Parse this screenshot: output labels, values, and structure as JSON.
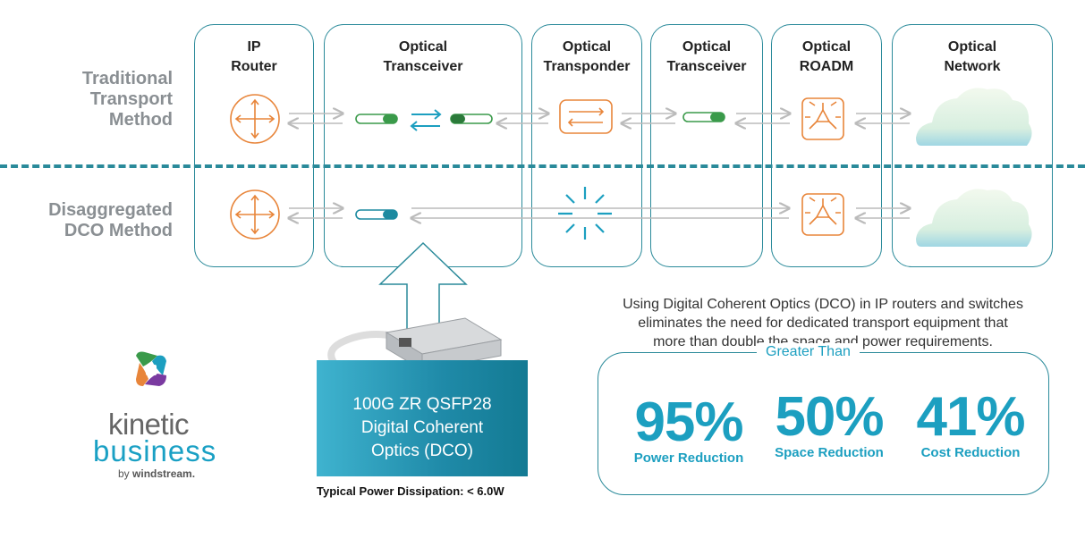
{
  "columns": [
    {
      "title_line1": "IP",
      "title_line2": "Router"
    },
    {
      "title_line1": "Optical",
      "title_line2": "Transceiver"
    },
    {
      "title_line1": "Optical",
      "title_line2": "Transponder"
    },
    {
      "title_line1": "Optical",
      "title_line2": "Transceiver"
    },
    {
      "title_line1": "Optical",
      "title_line2": "ROADM"
    },
    {
      "title_line1": "Optical",
      "title_line2": "Network"
    }
  ],
  "rows": {
    "traditional": [
      "Traditional",
      "Transport",
      "Method"
    ],
    "disaggregated": [
      "Disaggregated",
      "DCO Method"
    ]
  },
  "description": [
    "Using Digital Coherent Optics (DCO) in IP routers and switches",
    "eliminates the need for dedicated transport equipment that",
    "more than double the space and power requirements."
  ],
  "stats_header": "Greater Than",
  "stats": [
    {
      "value": "95%",
      "label": "Power Reduction"
    },
    {
      "value": "50%",
      "label": "Space Reduction"
    },
    {
      "value": "41%",
      "label": "Cost Reduction"
    }
  ],
  "dco": {
    "lines": [
      "100G ZR QSFP28",
      "Digital Coherent",
      "Optics (DCO)"
    ],
    "power_note": "Typical Power Dissipation: < 6.0W"
  },
  "logo": {
    "word1": "kinetic",
    "word2": "business",
    "by": "by",
    "by_brand": "windstream."
  },
  "colors": {
    "teal": "#2a8a9a",
    "accent": "#1c9fc0",
    "orange": "#e8853a",
    "green": "#3a9a4a",
    "gray": "#8a8f93"
  }
}
